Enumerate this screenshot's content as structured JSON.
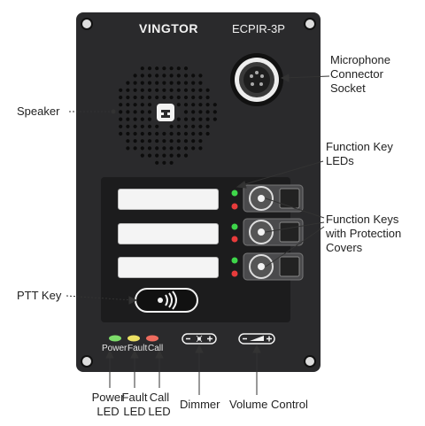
{
  "panel": {
    "brand": "VINGTOR",
    "model": "ECPIR-3P",
    "led_labels": [
      "Power",
      "Fault",
      "Call"
    ]
  },
  "callouts": {
    "microphone": [
      "Microphone",
      "Connector",
      "Socket"
    ],
    "speaker": "Speaker",
    "function_key_leds": [
      "Function Key",
      "LEDs"
    ],
    "function_keys": [
      "Function Keys",
      "with Protection",
      "Covers"
    ],
    "ptt_key": "PTT Key",
    "power_led": [
      "Power",
      "LED"
    ],
    "fault_led": [
      "Fault",
      "LED"
    ],
    "call_led": [
      "Call",
      "LED"
    ],
    "dimmer": "Dimmer",
    "volume": "Volume Control"
  },
  "colors": {
    "panel": "#2a2a2c",
    "power_led": "#7ddc6a",
    "fault_led": "#ece063",
    "call_led": "#ee6b5e",
    "key_led_green": "#3ed64a",
    "key_led_red": "#e83b3b"
  },
  "icons": [
    "mounting-screw-icon",
    "speaker-grille-icon",
    "microphone-socket-icon",
    "ptt-wave-icon",
    "dimmer-icon",
    "volume-icon"
  ]
}
